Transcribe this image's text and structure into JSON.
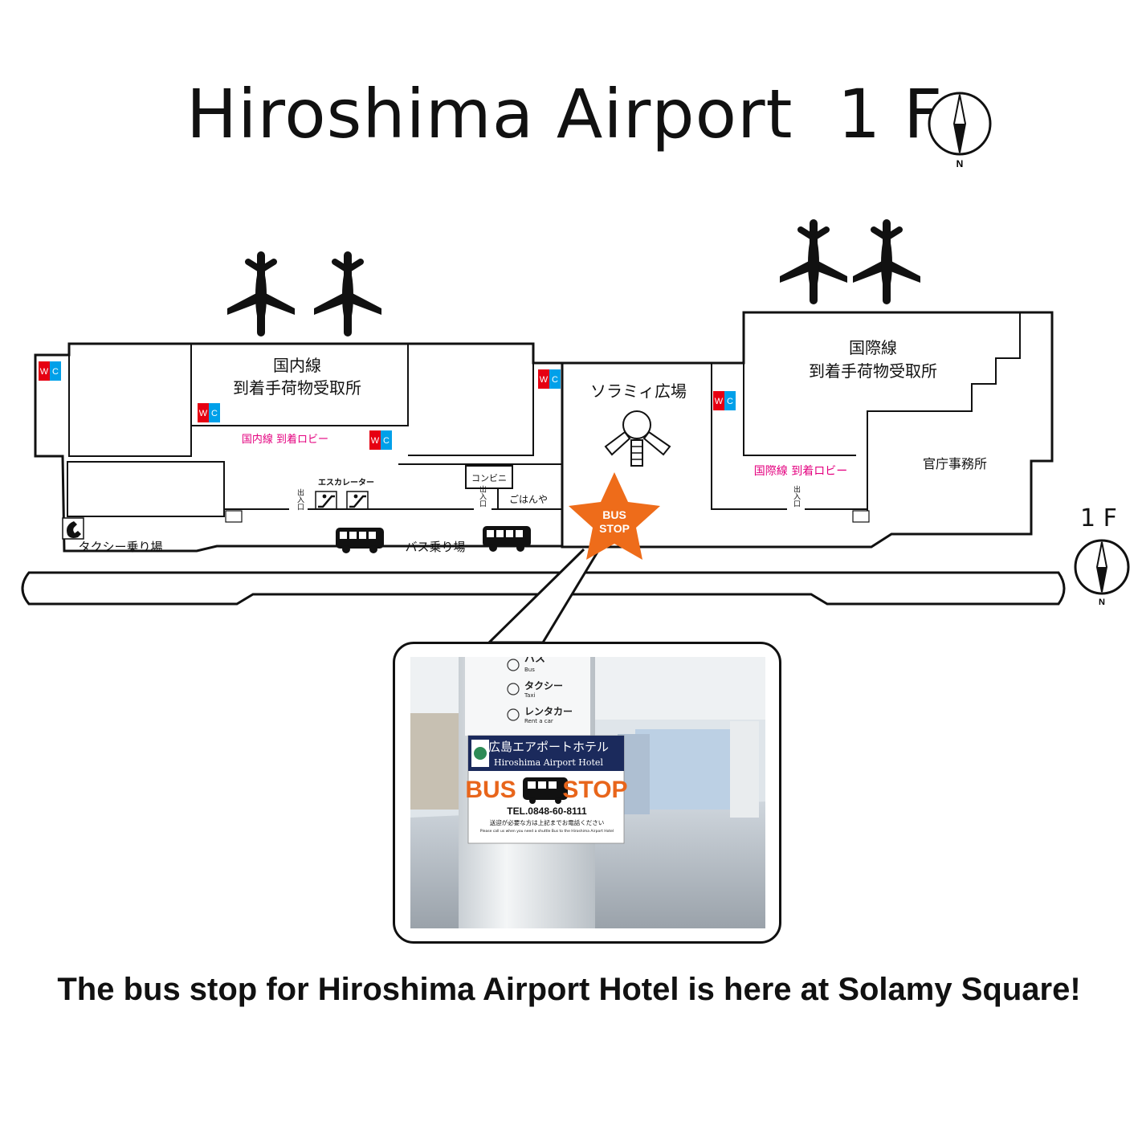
{
  "title": {
    "main": "Hiroshima Airport",
    "floor": "1 F"
  },
  "compass": {
    "north_label": "N"
  },
  "floor_label": "1 F",
  "areas": {
    "domestic_baggage_line1": "国内線",
    "domestic_baggage_line2": "到着手荷物受取所",
    "domestic_lobby": "国内線 到着ロビー",
    "international_baggage_line1": "国際線",
    "international_baggage_line2": "到着手荷物受取所",
    "international_lobby": "国際線 到着ロビー",
    "government_office": "官庁事務所",
    "solamy_square": "ソラミィ広場",
    "escalator": "エスカレーター",
    "convenience_store": "コンビニ",
    "restaurant": "ごはんや",
    "taxi_stand": "タクシー乗り場",
    "bus_stand": "バス乗り場",
    "entrance_vertical": "出入口",
    "wc_w": "W",
    "wc_c": "C"
  },
  "bus_stop_star": {
    "line1": "BUS",
    "line2": "STOP"
  },
  "photo": {
    "sign_bus": "バス",
    "sign_bus_en": "Bus",
    "sign_taxi": "タクシー",
    "sign_taxi_en": "Taxi",
    "sign_rentacar": "レンタカー",
    "sign_rentacar_en": "Rent a car",
    "poster_jp": "広島エアポートホテル",
    "poster_en": "Hiroshima Airport Hotel",
    "poster_bus": "BUS",
    "poster_stop": "STOP",
    "poster_tel": "TEL.0848-60-8111",
    "poster_note_jp": "送迎が必要な方は上記までお電話ください",
    "poster_note_en": "Please call us when you need a shuttle Bus to the Hiroshima Airport Hotel"
  },
  "caption": "The bus stop for Hiroshima Airport Hotel is here at Solamy Square!",
  "colors": {
    "wc_red": "#e60012",
    "wc_blue": "#00a0e9",
    "lobby_pink": "#e4007f",
    "star_orange": "#ee6c1a",
    "poster_orange": "#e8651b",
    "poster_navy": "#1b2a5c"
  }
}
